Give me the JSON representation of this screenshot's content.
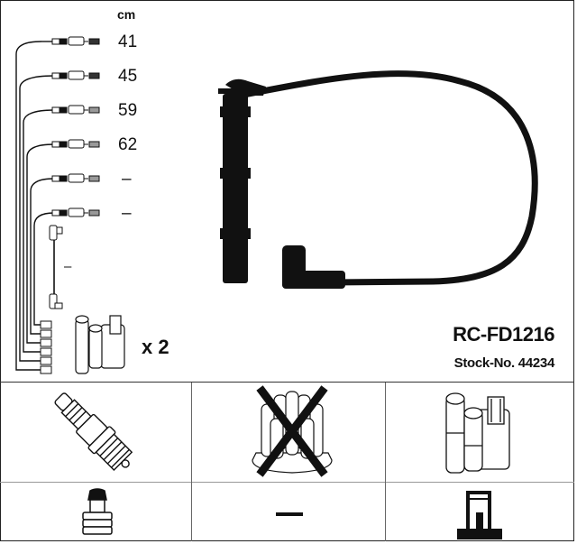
{
  "product": {
    "title": "RC-FD1216",
    "stock_number": "Stock-No. 44234"
  },
  "wire_set": {
    "unit_label": "cm",
    "leads": [
      {
        "length": "41"
      },
      {
        "length": "45"
      },
      {
        "length": "59"
      },
      {
        "length": "62"
      },
      {
        "length": "–"
      },
      {
        "length": "–"
      }
    ],
    "coil_lead": {
      "length": "–"
    },
    "coil_quantity": "x 2"
  },
  "compatibility_grid": {
    "rows": [
      [
        {
          "item": "spark-plug",
          "icon": "spark-plug-icon",
          "excluded": false
        },
        {
          "item": "distributor-cap",
          "icon": "distributor-cap-icon",
          "excluded": true
        },
        {
          "item": "ignition-coil",
          "icon": "ignition-coil-icon",
          "excluded": false
        }
      ],
      [
        {
          "item": "spark-plug-terminal",
          "icon": "plug-terminal-icon",
          "value": ""
        },
        {
          "item": "distributor-terminal",
          "icon": "",
          "value": "—"
        },
        {
          "item": "coil-terminal",
          "icon": "coil-terminal-icon",
          "value": ""
        }
      ]
    ]
  },
  "colors": {
    "ink": "#111111",
    "border": "#222222",
    "divider": "#999999"
  }
}
